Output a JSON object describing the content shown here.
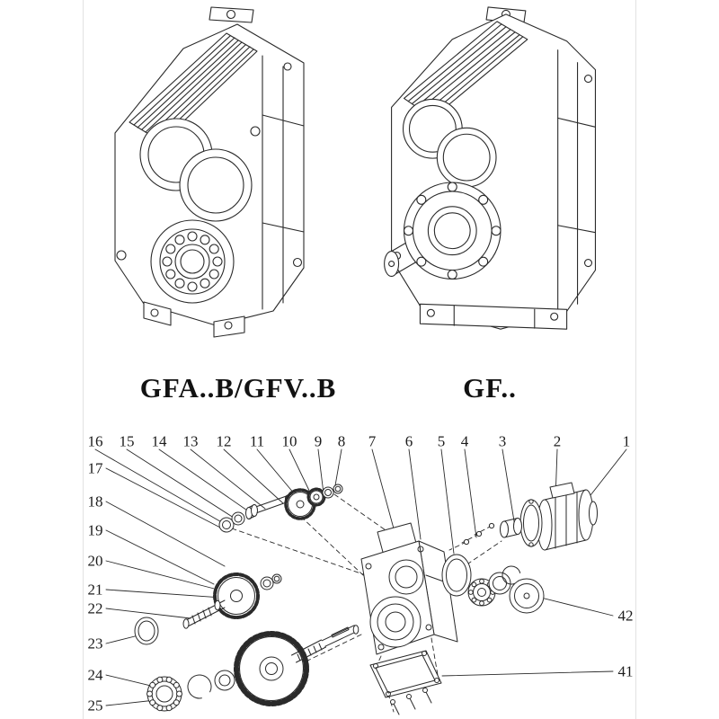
{
  "page": {
    "background": "#ffffff",
    "line_color": "#2a2a2a"
  },
  "drawings": {
    "left": {
      "label": "GFA..B/GFV..B"
    },
    "right": {
      "label": "GF.."
    }
  },
  "exploded": {
    "top_callouts": [
      "16",
      "15",
      "14",
      "13",
      "12",
      "11",
      "10",
      "9",
      "8",
      "7",
      "6",
      "5",
      "4",
      "3",
      "2",
      "1"
    ],
    "left_callouts": [
      "17",
      "18",
      "19",
      "20",
      "21",
      "22",
      "23",
      "24",
      "25"
    ],
    "right_callouts": [
      "42",
      "41"
    ]
  }
}
